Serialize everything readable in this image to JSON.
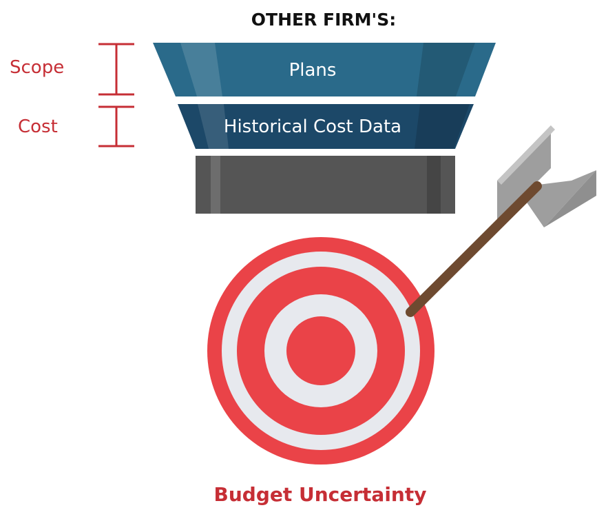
{
  "header": {
    "title": "OTHER FIRM'S:"
  },
  "funnel": {
    "tiers": [
      {
        "label": "Plans"
      },
      {
        "label": "Historical Cost Data"
      },
      {
        "label": ""
      }
    ]
  },
  "brackets": [
    {
      "label": "Scope"
    },
    {
      "label": "Cost"
    }
  ],
  "result": {
    "label": "Budget Uncertainty"
  },
  "colors": {
    "title": "#111111",
    "tier_1": "#2a6a8a",
    "tier_2": "#1c4868",
    "tier_3": "#555555",
    "tier_text": "#ffffff",
    "accent_red": "#c62e35",
    "target_red": "#ea4348",
    "target_white": "#e7e9ee",
    "arrow_shaft": "#6e4a30",
    "arrow_fletching": "#9e9e9e"
  }
}
